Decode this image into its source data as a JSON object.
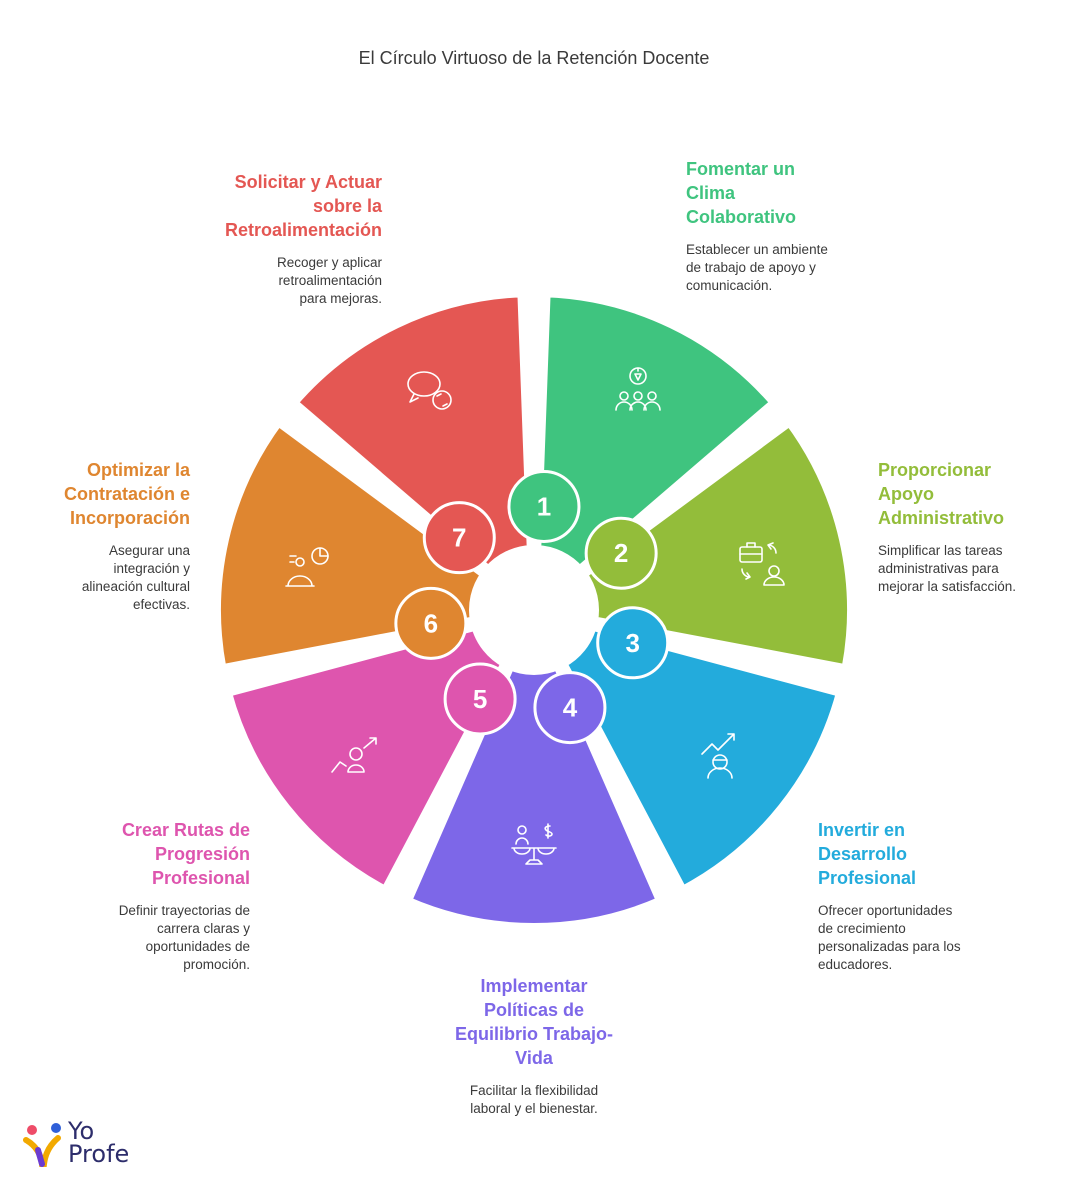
{
  "title": "El Círculo Virtuoso de la Retención Docente",
  "steps": [
    {
      "number": "1",
      "heading": "Fomentar un Clima Colaborativo",
      "description": "Establecer un ambiente de trabajo de apoyo y comunicación.",
      "color": "#3fc47f",
      "icon": "team-network-icon"
    },
    {
      "number": "2",
      "heading": "Proporcionar Apoyo Administrativo",
      "description": "Simplificar las tareas administrativas para mejorar la satisfacción.",
      "color": "#93bd3a",
      "icon": "briefcase-person-icon"
    },
    {
      "number": "3",
      "heading": "Invertir en Desarrollo Profesional",
      "description": "Ofrecer oportunidades de crecimiento personalizadas para los educadores.",
      "color": "#23abdc",
      "icon": "person-growth-icon"
    },
    {
      "number": "4",
      "heading": "Implementar Políticas de Equilibrio Trabajo-Vida",
      "description": "Facilitar la flexibilidad laboral y el bienestar.",
      "color": "#7d67e8",
      "icon": "balance-scale-icon"
    },
    {
      "number": "5",
      "heading": "Crear Rutas de Progresión Profesional",
      "description": "Definir trayectorias de carrera claras y oportunidades de promoción.",
      "color": "#de55ae",
      "icon": "career-path-icon"
    },
    {
      "number": "6",
      "heading": "Optimizar la Contratación e Incorporación",
      "description": "Asegurar una integración y alineación cultural efectivas.",
      "color": "#df8630",
      "icon": "onboarding-person-icon"
    },
    {
      "number": "7",
      "heading": "Solicitar y Actuar sobre la Retroalimentación",
      "description": "Recoger y aplicar retroalimentación para mejoras.",
      "color": "#e45753",
      "icon": "feedback-chat-icon"
    }
  ],
  "logo": {
    "line1": "Yo",
    "line2": "Profe"
  }
}
